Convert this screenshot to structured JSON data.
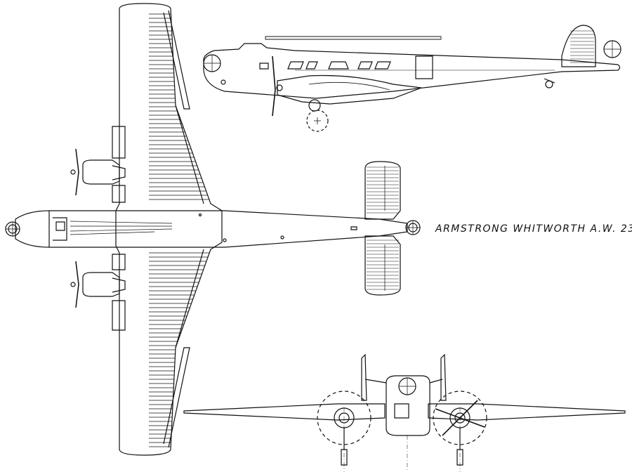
{
  "caption": {
    "title": "ARMSTRONG WHITWORTH A.W. 23"
  },
  "colors": {
    "ink": "#111111",
    "paper": "#ffffff"
  },
  "views": [
    "side-view",
    "plan-view",
    "front-view"
  ]
}
